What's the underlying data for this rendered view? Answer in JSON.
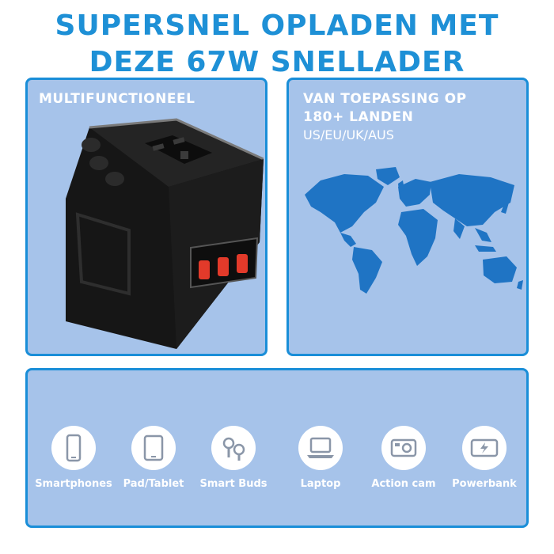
{
  "headline": {
    "line1": "SUPERSNEL OPLADEN MET",
    "line2": "DEZE 67W SNELLADER"
  },
  "panel_left": {
    "title": "MULTIFUNCTIONEEL"
  },
  "panel_right": {
    "title_line1": "VAN TOEPASSING OP",
    "title_line2": "180+ LANDEN",
    "subtitle": "US/EU/UK/AUS"
  },
  "devices": [
    {
      "label": "Smartphones",
      "icon": "smartphone-icon"
    },
    {
      "label": "Pad/Tablet",
      "icon": "tablet-icon"
    },
    {
      "label": "Smart Buds",
      "icon": "earbuds-icon"
    },
    {
      "label": "Laptop",
      "icon": "laptop-icon"
    },
    {
      "label": "Action cam",
      "icon": "action-cam-icon"
    },
    {
      "label": "Powerbank",
      "icon": "powerbank-icon"
    }
  ],
  "colors": {
    "accent": "#1e90d6",
    "panel_bg": "#a6c3ea",
    "panel_border": "#1a8ed8",
    "map_blue": "#1f74c4",
    "icon_gray": "#8a96a8"
  }
}
